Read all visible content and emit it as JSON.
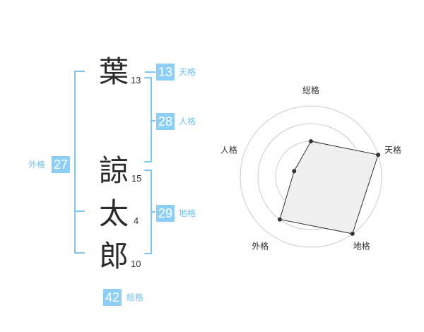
{
  "name": {
    "chars": [
      {
        "char": "葉",
        "strokes": "13"
      },
      {
        "char": "諒",
        "strokes": "15"
      },
      {
        "char": "太",
        "strokes": "4"
      },
      {
        "char": "郎",
        "strokes": "10"
      }
    ]
  },
  "fortune": {
    "tenkaku": {
      "value": "13",
      "label": "天格"
    },
    "jinkaku": {
      "value": "28",
      "label": "人格"
    },
    "chikaku": {
      "value": "29",
      "label": "地格"
    },
    "gaikaku": {
      "value": "27",
      "label": "外格"
    },
    "soukaku": {
      "value": "42",
      "label": "総格"
    }
  },
  "chart_data": {
    "type": "radar",
    "axes": [
      "総格",
      "天格",
      "地格",
      "外格",
      "人格"
    ],
    "values": [
      2,
      4,
      4,
      3,
      1
    ],
    "max": 4,
    "rings": 4,
    "grid": true,
    "colors": {
      "fill": "#efefef",
      "line": "#333333",
      "grid": "#cccccc",
      "point": "#333333"
    }
  }
}
